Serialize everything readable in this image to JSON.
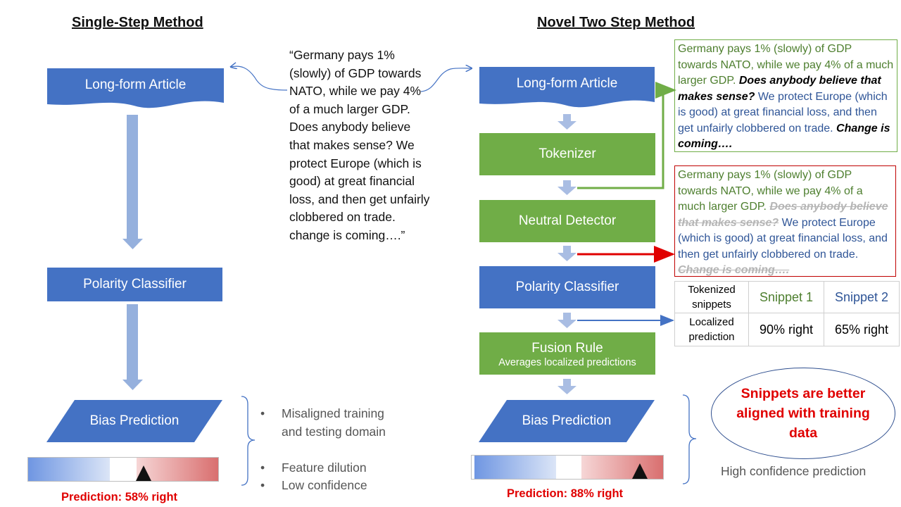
{
  "left": {
    "title": "Single-Step Method",
    "article": "Long-form Article",
    "classifier": "Polarity Classifier",
    "bias": "Bias Prediction",
    "prediction": "Prediction: 58% right",
    "meter_level": 0.58,
    "bullets": [
      "Misaligned training",
      "and testing domain",
      "Feature dilution",
      "Low confidence"
    ]
  },
  "quote": "“Germany pays 1% (slowly) of GDP towards NATO, while we pay 4% of a much larger GDP. Does anybody believe that makes sense? We protect Europe (which is good) at great financial loss, and then get unfairly clobbered on trade. change is coming….”",
  "right": {
    "title": "Novel Two Step Method",
    "article": "Long-form Article",
    "tokenizer": "Tokenizer",
    "neutral": "Neutral Detector",
    "classifier": "Polarity Classifier",
    "fusion": "Fusion Rule",
    "fusion_sub": "Averages localized predictions",
    "bias": "Bias Prediction",
    "prediction": "Prediction: 88% right",
    "meter_level": 0.88,
    "confidence": "High confidence prediction",
    "ellipse": "Snippets are better aligned with training data"
  },
  "snippet_green": {
    "t1": "Germany pays 1% (slowly) of GDP towards NATO, while we pay 4% of a much larger GDP. ",
    "t2": "Does anybody believe that makes sense?",
    "t3": " We protect Europe (which is good) at great financial loss, and then get unfairly clobbered on trade. ",
    "t4": "Change is coming…."
  },
  "snippet_red": {
    "t1": "Germany pays 1% (slowly) of GDP towards NATO, while we pay 4% of a much larger GDP. ",
    "t2": "Does anybody believe that makes sense?",
    "t3": " We protect Europe (which is good) at great financial loss, and then get unfairly clobbered on trade. ",
    "t4": "Change is coming…."
  },
  "table": {
    "row1_label": "Tokenized snippets",
    "snippet1": "Snippet 1",
    "snippet2": "Snippet 2",
    "row2_label": "Localized prediction",
    "pred1": "90% right",
    "pred2": "65% right"
  },
  "colors": {
    "blue": "#4472c4",
    "green": "#70ad47",
    "red": "#e00000",
    "arrow_light": "#a9bde3"
  }
}
